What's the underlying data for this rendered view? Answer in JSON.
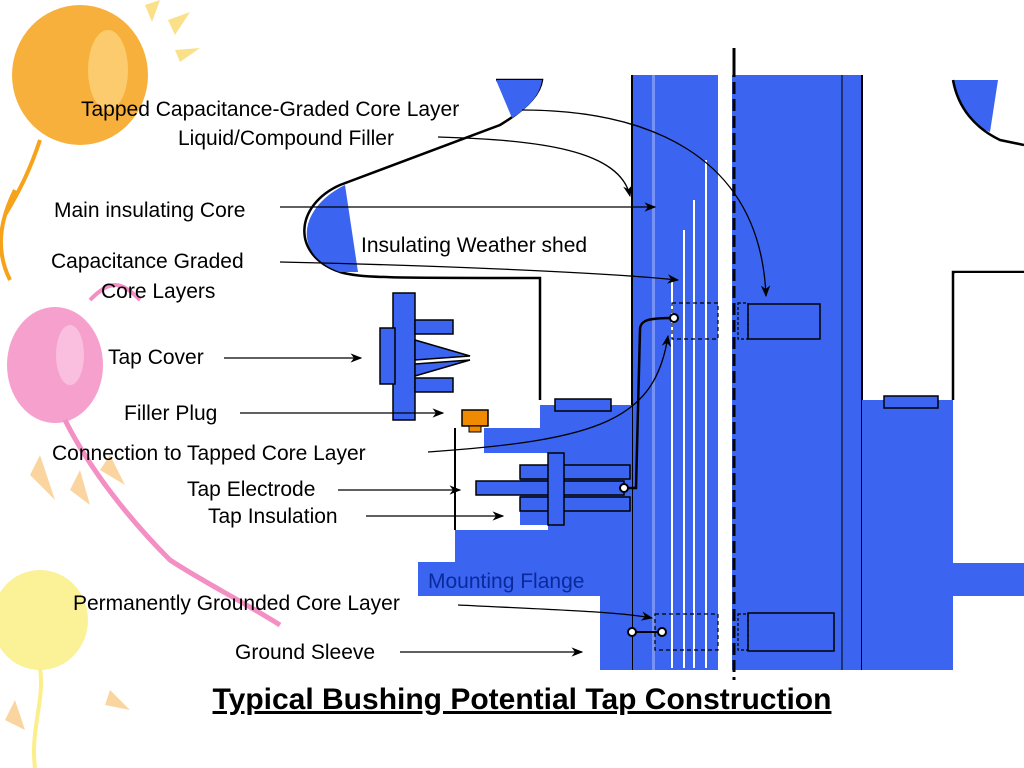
{
  "title": "Typical Bushing Potential Tap Construction",
  "labels": {
    "tapped_layer": "Tapped Capacitance-Graded Core Layer",
    "liquid_filler": "Liquid/Compound Filler",
    "main_insulating_core": "Main insulating Core",
    "weather_shed": "Insulating Weather shed",
    "capacitance_layers_1": "Capacitance Graded",
    "capacitance_layers_2": "Core Layers",
    "tap_cover": "Tap Cover",
    "filler_plug": "Filler Plug",
    "connection": "Connection to Tapped Core Layer",
    "tap_electrode": "Tap Electrode",
    "tap_insulation": "Tap Insulation",
    "mounting_flange": "Mounting Flange",
    "grounded_layer": "Permanently Grounded Core Layer",
    "ground_sleeve": "Ground Sleeve"
  },
  "colors": {
    "bushing_blue": "#3b64f0",
    "filler_plug_orange": "#f08a00",
    "balloon_orange": "#f7a21b",
    "balloon_pink": "#f48fc4",
    "balloon_yellow": "#fbef8c"
  }
}
